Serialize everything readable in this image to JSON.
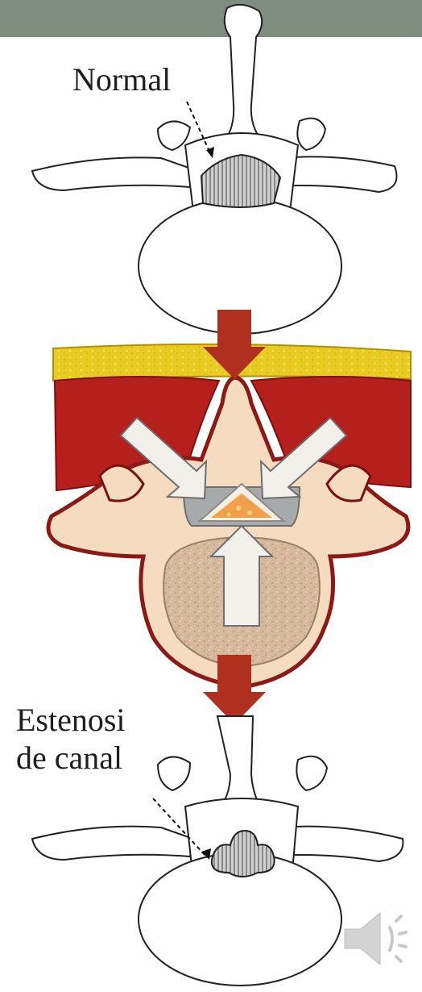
{
  "labels": {
    "normal": "Normal",
    "stenosis_line1": "Estenosi",
    "stenosis_line2": "de canal"
  },
  "icons": {
    "audio": "speaker-icon"
  },
  "colors": {
    "header_bar": "#7f8c80",
    "muscle_red": "#b51f1c",
    "fat_yellow": "#e9cc22",
    "bone_beige": "#f5dcc0",
    "vertebral_body_speckle": "#d6b99c",
    "canal_gray": "#a7a9ab",
    "arrow_dark_red": "#b0301f",
    "arrow_light": "#f2f0ea"
  }
}
